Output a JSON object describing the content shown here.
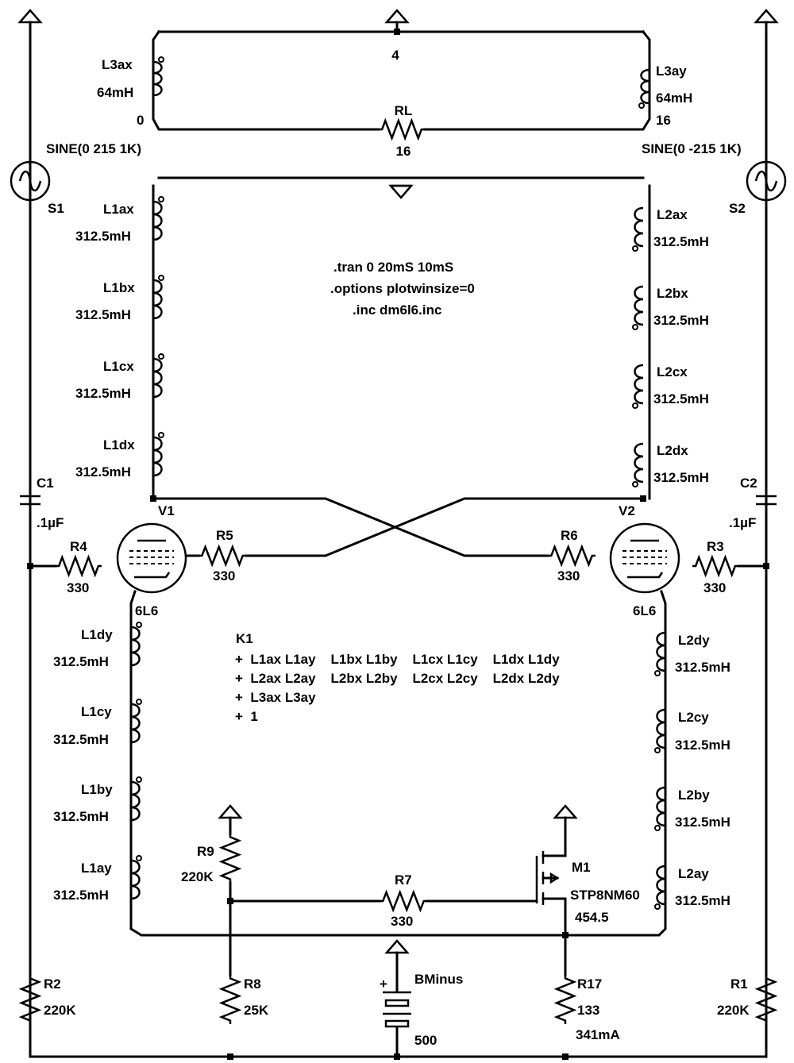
{
  "ground_label_top": "4",
  "directives": [
    ".tran 0 20mS 10mS",
    ".options plotwinsize=0",
    ".inc dm6l6.inc"
  ],
  "coupling": {
    "name": "K1",
    "lines": [
      "+  L1ax L1ay    L1bx L1by    L1cx L1cy    L1dx L1dy",
      "+  L2ax L2ay    L2bx L2by    L2cx L2cy    L2dx L2dy",
      "+  L3ax L3ay",
      "+  1"
    ]
  },
  "components": {
    "L3ax": {
      "name": "L3ax",
      "value": "64mH",
      "extra": "0"
    },
    "L3ay": {
      "name": "L3ay",
      "value": "64mH",
      "extra": "16"
    },
    "RL": {
      "name": "RL",
      "value": "16"
    },
    "S1": {
      "name": "S1",
      "value": "SINE(0 215 1K)"
    },
    "S2": {
      "name": "S2",
      "value": "SINE(0 -215 1K)"
    },
    "L1ax": {
      "name": "L1ax",
      "value": "312.5mH"
    },
    "L1bx": {
      "name": "L1bx",
      "value": "312.5mH"
    },
    "L1cx": {
      "name": "L1cx",
      "value": "312.5mH"
    },
    "L1dx": {
      "name": "L1dx",
      "value": "312.5mH"
    },
    "L2ax": {
      "name": "L2ax",
      "value": "312.5mH"
    },
    "L2bx": {
      "name": "L2bx",
      "value": "312.5mH"
    },
    "L2cx": {
      "name": "L2cx",
      "value": "312.5mH"
    },
    "L2dx": {
      "name": "L2dx",
      "value": "312.5mH"
    },
    "C1": {
      "name": "C1",
      "value": ".1µF"
    },
    "C2": {
      "name": "C2",
      "value": ".1µF"
    },
    "V1": {
      "name": "V1",
      "value": "6L6"
    },
    "V2": {
      "name": "V2",
      "value": "6L6"
    },
    "R4": {
      "name": "R4",
      "value": "330"
    },
    "R5": {
      "name": "R5",
      "value": "330"
    },
    "R6": {
      "name": "R6",
      "value": "330"
    },
    "R3": {
      "name": "R3",
      "value": "330"
    },
    "L1dy": {
      "name": "L1dy",
      "value": "312.5mH"
    },
    "L1cy": {
      "name": "L1cy",
      "value": "312.5mH"
    },
    "L1by": {
      "name": "L1by",
      "value": "312.5mH"
    },
    "L1ay": {
      "name": "L1ay",
      "value": "312.5mH"
    },
    "L2dy": {
      "name": "L2dy",
      "value": "312.5mH"
    },
    "L2cy": {
      "name": "L2cy",
      "value": "312.5mH"
    },
    "L2by": {
      "name": "L2by",
      "value": "312.5mH"
    },
    "L2ay": {
      "name": "L2ay",
      "value": "312.5mH"
    },
    "R9": {
      "name": "R9",
      "value": "220K"
    },
    "R7": {
      "name": "R7",
      "value": "330"
    },
    "M1": {
      "name": "M1",
      "value": "STP8NM60",
      "extra": "454.5"
    },
    "R2": {
      "name": "R2",
      "value": "220K"
    },
    "R8": {
      "name": "R8",
      "value": "25K"
    },
    "BMinus": {
      "name": "BMinus",
      "value": "500"
    },
    "R17": {
      "name": "R17",
      "value": "133",
      "extra": "341mA"
    },
    "R1": {
      "name": "R1",
      "value": "220K"
    }
  }
}
